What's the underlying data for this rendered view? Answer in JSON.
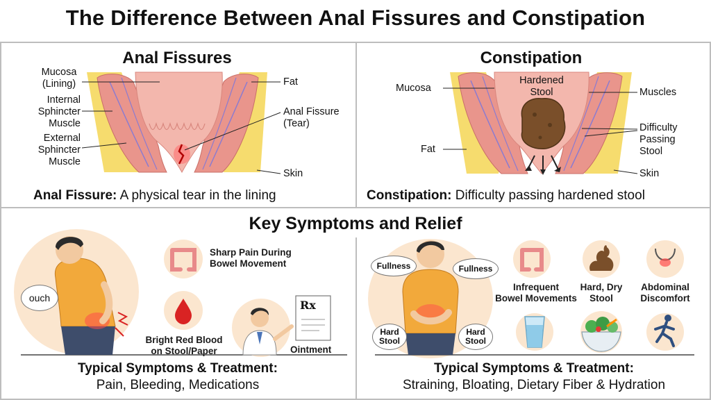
{
  "title": "The Difference Between Anal Fissures and Constipation",
  "left_panel": {
    "heading": "Anal Fissures",
    "labels": {
      "mucosa": "Mucosa\n(Lining)",
      "internal": "Internal\nSphincter\nMuscle",
      "external": "External\nSphincter\nMuscle",
      "fat": "Fat",
      "fissure": "Anal Fissure\n(Tear)",
      "skin": "Skin"
    },
    "caption_bold": "Anal Fissure:",
    "caption_rest": " A physical tear in the lining"
  },
  "right_panel": {
    "heading": "Constipation",
    "labels": {
      "mucosa": "Mucosa",
      "hardened": "Hardened\nStool",
      "muscles": "Muscles",
      "difficulty": "Difficulty\nPassing\nStool",
      "fat": "Fat",
      "skin": "Skin"
    },
    "caption_bold": "Constipation:",
    "caption_rest": " Difficulty passing hardened stool"
  },
  "symptoms_section": {
    "heading": "Key Symptoms and Relief",
    "left": {
      "bubble": "ouch",
      "symptom_pain": "Sharp Pain During\nBowel Movement",
      "symptom_blood": "Bright Red Blood\non Stool/Paper",
      "treatment": "Ointment",
      "rx": "Rx",
      "footer_title": "Typical Symptoms & Treatment:",
      "footer_items": "Pain, Bleeding, Medications"
    },
    "right": {
      "bubble_fullness_1": "Fullness",
      "bubble_fullness_2": "Fullness",
      "bubble_hard_1": "Hard\nStool",
      "bubble_hard_2": "Hard\nStool",
      "symptom_infrequent": "Infrequent\nBowel Movements",
      "symptom_hard": "Hard, Dry\nStool",
      "symptom_abdominal": "Abdominal\nDiscomfort",
      "footer_title": "Typical Symptoms & Treatment:",
      "footer_items": "Straining, Bloating, Dietary Fiber & Hydration"
    }
  },
  "colors": {
    "muscle": "#e9958c",
    "mucosa": "#f3b7ad",
    "fat": "#f6dc6e",
    "skin_tone": "#f2c9a0",
    "shirt": "#f2a93b",
    "pants": "#3e4d6b",
    "stool": "#7a4f2a",
    "blood": "#d92323",
    "bg_circle": "#fbe6cf"
  }
}
